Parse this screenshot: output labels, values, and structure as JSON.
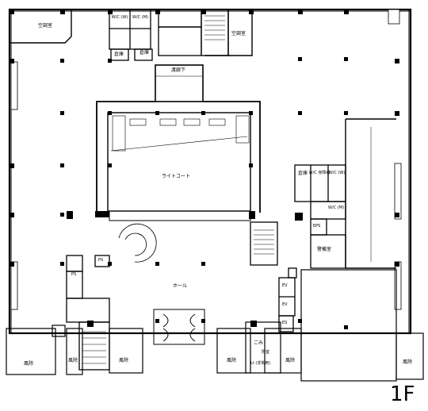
{
  "floor_label": "1F",
  "rooms": {
    "air_room_left": "空調室",
    "air_room_right": "空調室",
    "wc_women_left": "W/C (W)",
    "wc_men_left": "W/C (M)",
    "storage_left": "倉庫",
    "storage_left2": "倉庫",
    "corridor": "渡廊下",
    "light_court": "ライトコート",
    "storage_right": "倉庫",
    "wc_disabled": "W/C 身障者",
    "wc_women_right": "W/C (W)",
    "wc_men_right": "W/C (M)",
    "eps": "EPS",
    "office": "警備室",
    "ps": "PS",
    "hall": "ホール",
    "ev1": "EV",
    "ev2": "EV",
    "es": "ES",
    "trash": "ごみ",
    "fuzoku": "附室",
    "lift": "Lt (非常用)",
    "entrance_1": "風除",
    "entrance_2": "風除",
    "entrance_3": "風除",
    "entrance_4": "風除",
    "entrance_5": "風除",
    "entrance_6": "風除"
  }
}
